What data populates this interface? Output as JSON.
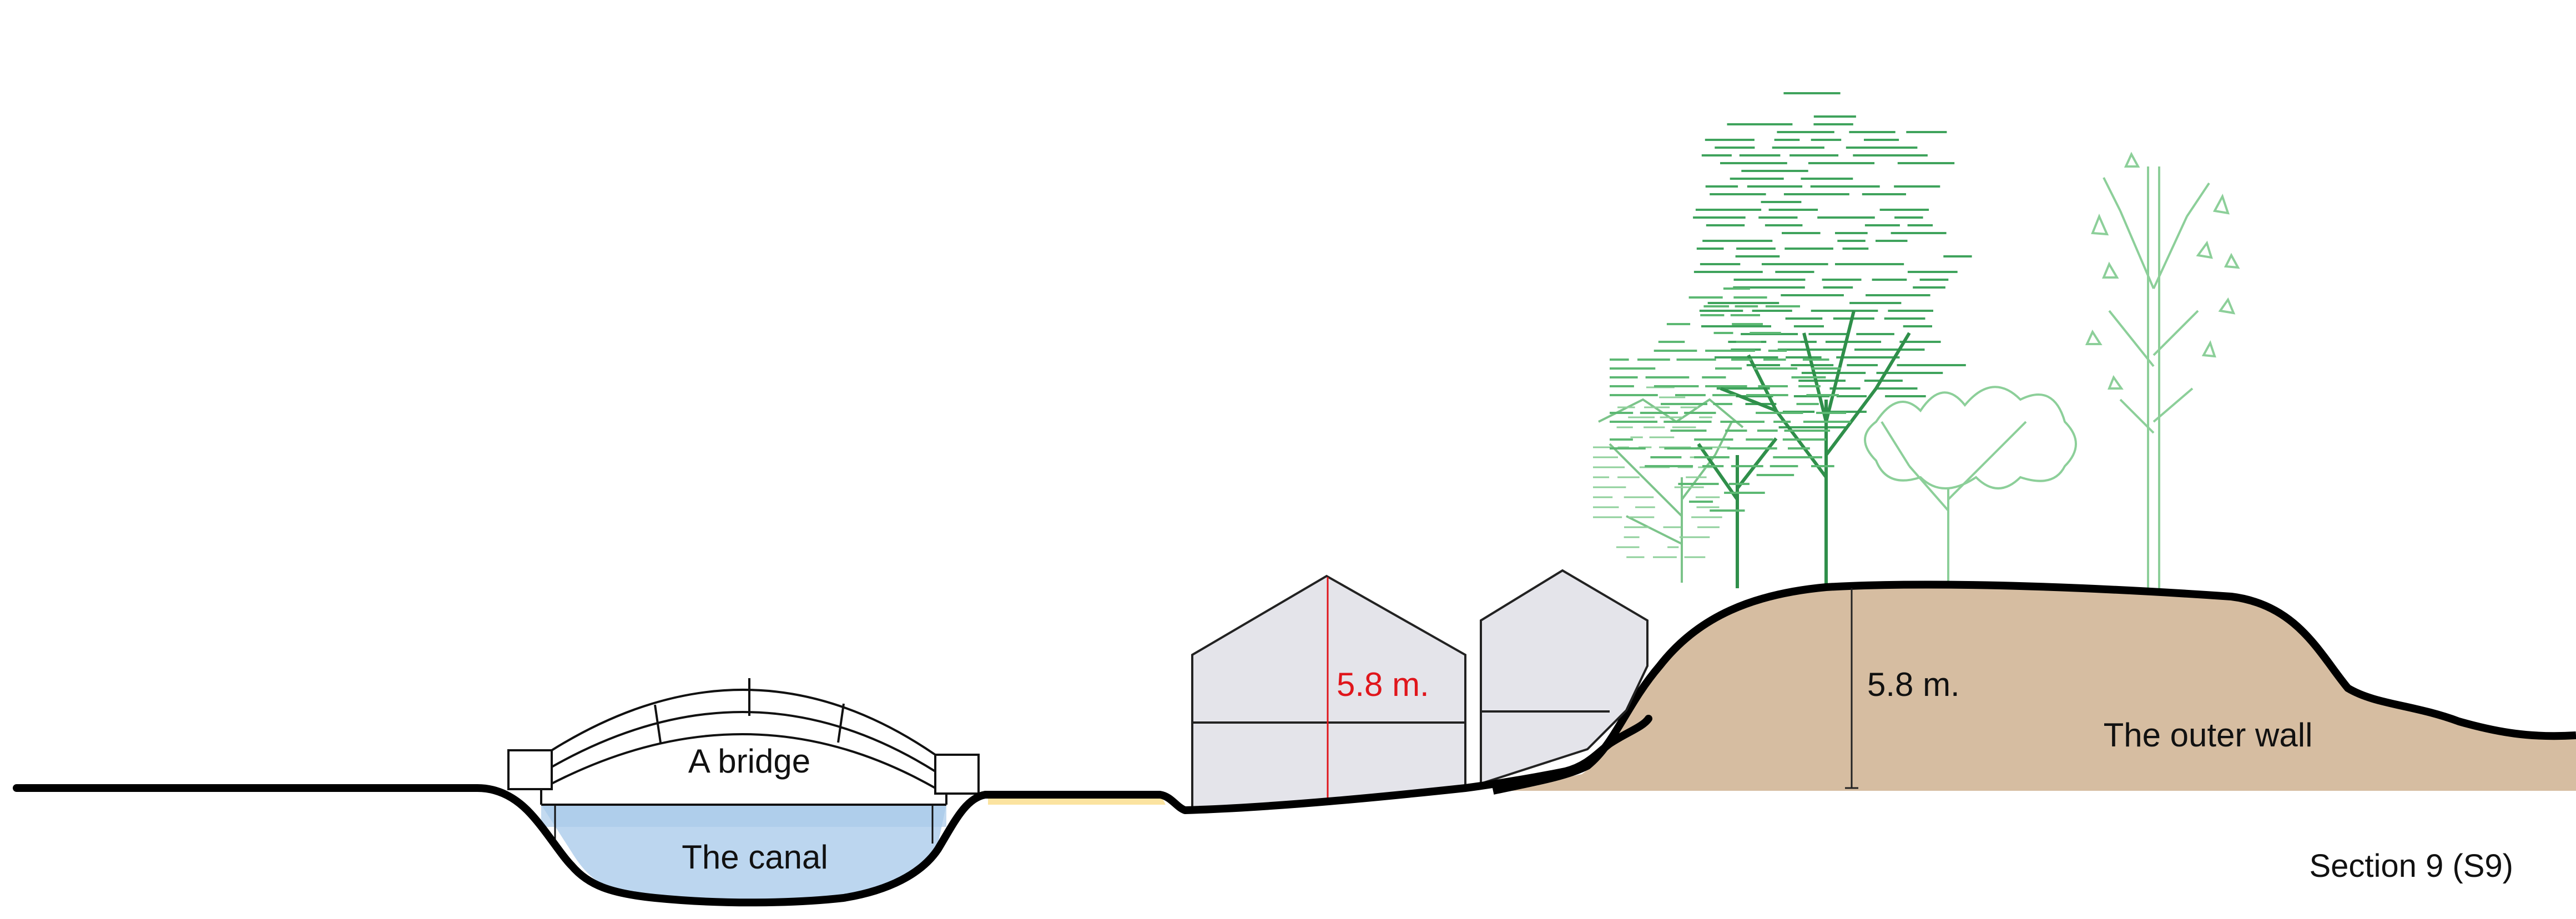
{
  "labels": {
    "bridge": "A bridge",
    "canal": "The canal",
    "building_height": "5.8 m.",
    "wall_height": "5.8 m.",
    "outer_wall": "The outer wall",
    "section": "Section 9 (S9)"
  },
  "colors": {
    "ground_line": "#000000",
    "water": "#bcd6ef",
    "building_fill": "#e4e4ea",
    "wall_fill": "#d6bda1",
    "path_fill": "#fbe3a0",
    "dimension_red": "#e0161c",
    "tree_green_dark": "#2f8f4a",
    "tree_green_light": "#7cc48a"
  },
  "icons": [
    "bridge-arch-icon",
    "building-icon",
    "tree-icon"
  ]
}
